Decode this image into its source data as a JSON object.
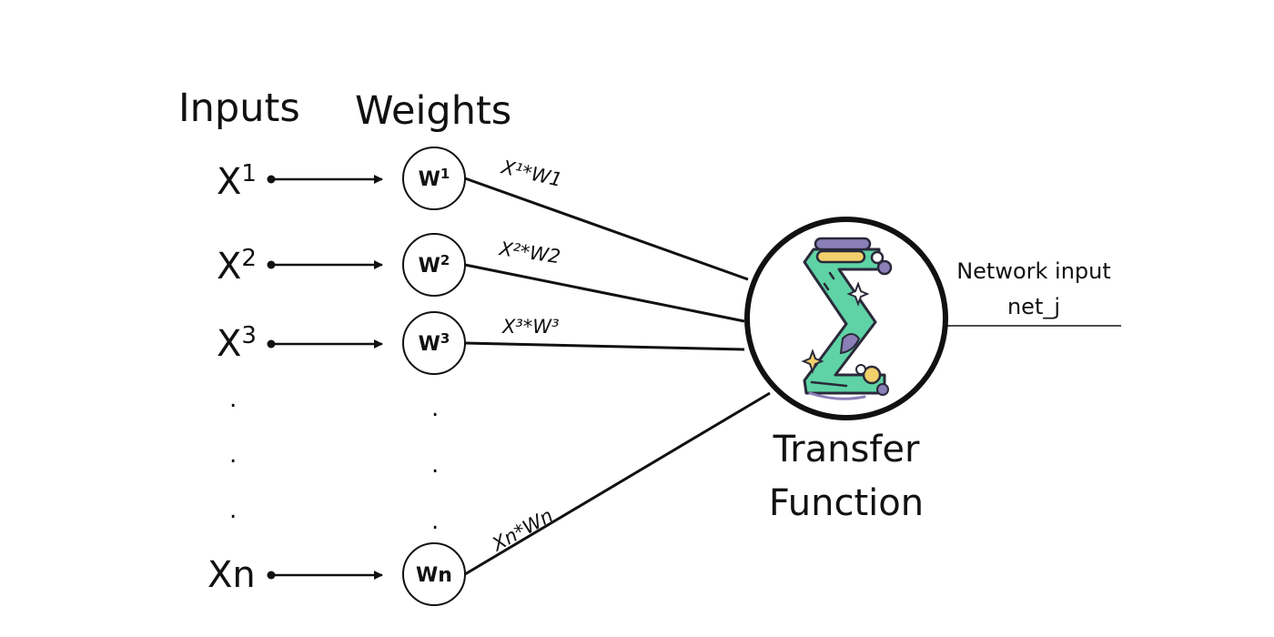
{
  "headers": {
    "inputs": "Inputs",
    "weights": "Weights"
  },
  "inputs": [
    {
      "base": "X",
      "sup": "1"
    },
    {
      "base": "X",
      "sup": "2"
    },
    {
      "base": "X",
      "sup": "3"
    },
    {
      "base": "Xn",
      "sup": ""
    }
  ],
  "weights": [
    {
      "base": "W",
      "sup": "1"
    },
    {
      "base": "W",
      "sup": "2"
    },
    {
      "base": "W",
      "sup": "3"
    },
    {
      "base": "Wn",
      "sup": ""
    }
  ],
  "products": [
    "X¹*W1",
    "X²*W2",
    "X³*W³",
    "Xn*Wn"
  ],
  "ellipsis": ".",
  "transfer_function": {
    "line1": "Transfer",
    "line2": "Function"
  },
  "output": {
    "line1": "Network input",
    "line2": "net_j"
  },
  "colors": {
    "sigma_green": "#5fd3a5",
    "sigma_outline": "#2a2a3a",
    "accent_purple": "#8b7fb8",
    "accent_yellow": "#f2d06b",
    "line": "#111111"
  },
  "icons": {
    "summation": "sigma-icon"
  }
}
